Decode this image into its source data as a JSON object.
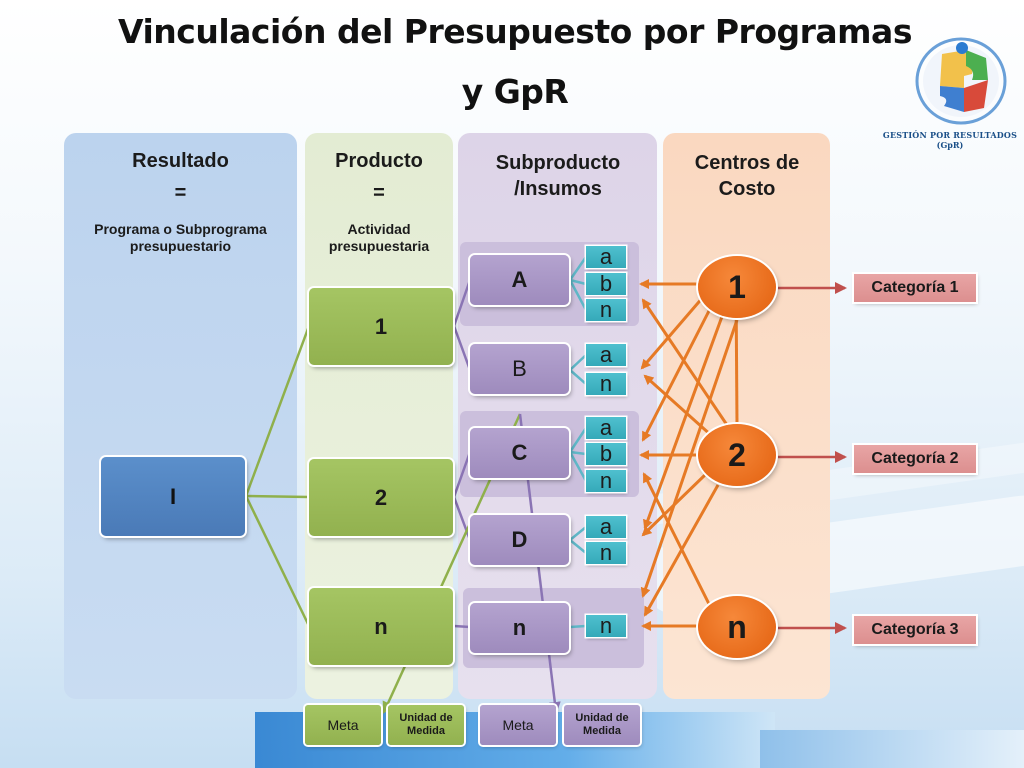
{
  "title": {
    "line1": "Vinculación del Presupuesto por Programas",
    "line2": "y GpR"
  },
  "logo": {
    "line1": "GESTIÓN POR RESULTADOS",
    "line2": "(GpR)"
  },
  "columns": {
    "resultado": {
      "title": "Resultado",
      "equals": "=",
      "subtitle": "Programa o Subprograma presupuestario"
    },
    "producto": {
      "title": "Producto",
      "equals": "=",
      "subtitle": "Actividad presupuestaria"
    },
    "subproducto": {
      "title": "Subproducto /Insumos"
    },
    "centros": {
      "title": "Centros de Costo"
    }
  },
  "resultado_box": "I",
  "productos": [
    "1",
    "2",
    "n"
  ],
  "subproductos": [
    "A",
    "B",
    "C",
    "D",
    "n"
  ],
  "insumos": {
    "A": [
      "a",
      "b",
      "n"
    ],
    "B": [
      "a",
      "n"
    ],
    "C": [
      "a",
      "b",
      "n"
    ],
    "D": [
      "a",
      "n"
    ],
    "n": [
      "n"
    ]
  },
  "centros_costo": [
    "1",
    "2",
    "n"
  ],
  "categorias": [
    "Categoría 1",
    "Categoría 2",
    "Categoría 3"
  ],
  "legend": {
    "meta_green": "Meta",
    "unidad_green": "Unidad de Medida",
    "meta_purple": "Meta",
    "unidad_purple": "Unidad de Medida"
  },
  "colors": {
    "blue": "#4a7ab7",
    "green": "#92b14f",
    "purple": "#9e8bbd",
    "teal": "#35a9b9",
    "orange": "#e2600e",
    "arrow_orange": "#e67a25",
    "category": "#dc8f8f",
    "arrow_red": "#c0504d"
  }
}
